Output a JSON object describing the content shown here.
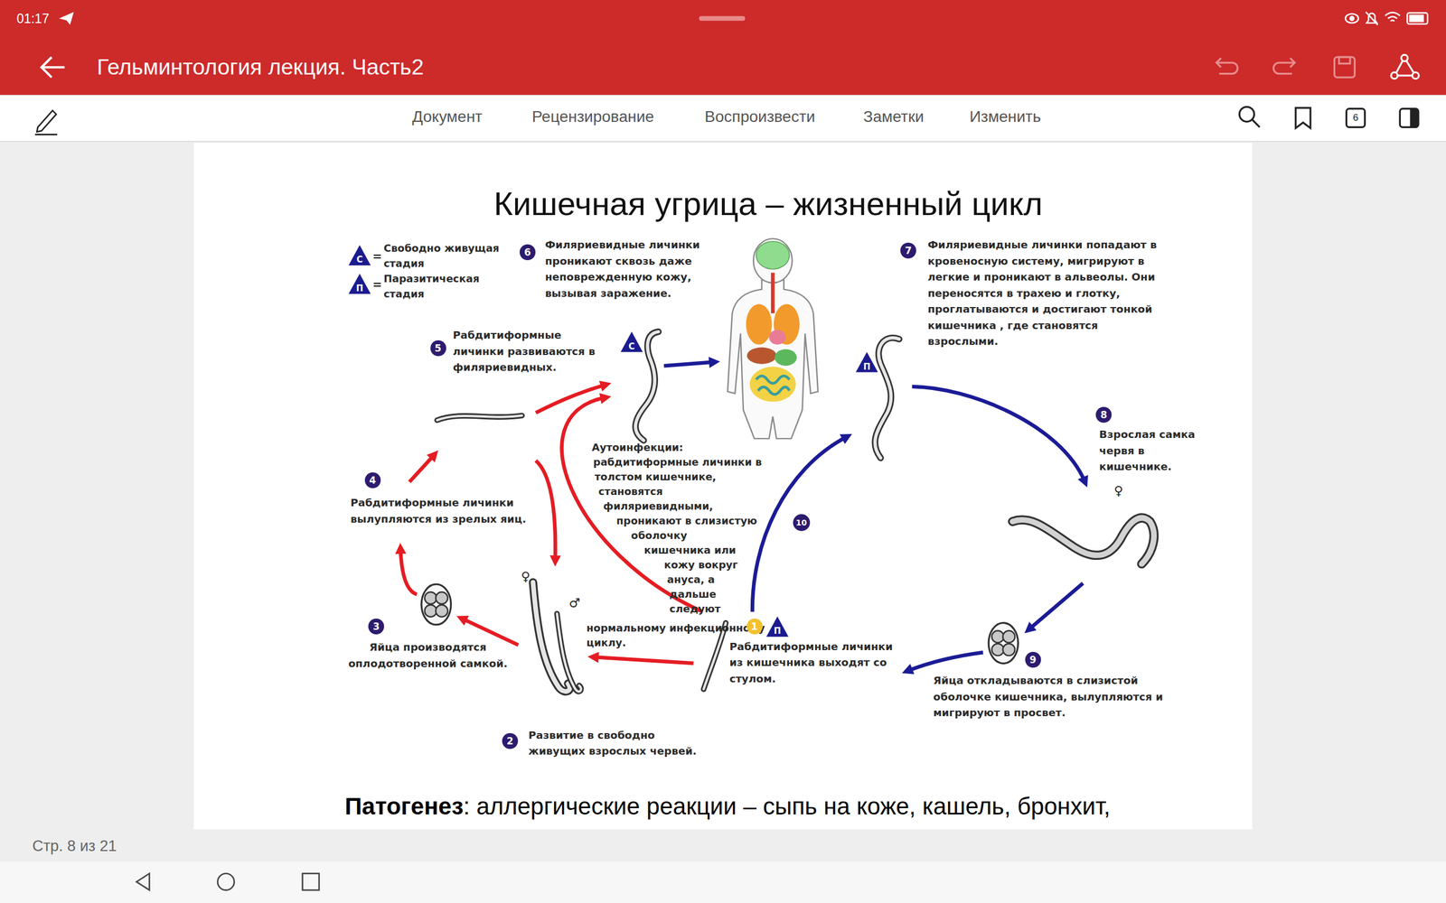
{
  "diagram": {
    "title": "Кишечная угрица – жизненный цикл",
    "nodes": [
      {
        "text": [
          "1",
          "Рабдитиформные личинки из кишечника выходят со стулом."
        ]
      },
      {
        "text": [
          "2",
          "Развитие в свободно живущих взрослых червей."
        ]
      },
      {
        "text": [
          "3",
          "Яйца производятся оплодотворенной самкой."
        ]
      },
      {
        "text": [
          "4",
          "Рабдитиформные личинки вылупляются из зрелых яиц."
        ]
      },
      {
        "text": [
          "5",
          "Рабдитиформные личинки развиваются в филяриевидных."
        ]
      },
      {
        "text": [
          "6",
          "Филяриевидные личинки проникают сквозь даже неповрежденную кожу, вызывая заражение."
        ]
      },
      {
        "text": [
          "7",
          "Филяриевидные личинки попадают в кровеносную систему, мигрируют в легкие и проникают в альвеолы. Они переносятся в трахею и глотку, проглатываются и достигают тонкой кишечника , где становятся взрослыми."
        ]
      },
      {
        "text": [
          "8",
          "Взрослая самка червя в кишечнике."
        ]
      },
      {
        "text": [
          "9",
          "Яйца откладываются в слизистой оболочке кишечника, вылупляются и мигрируют в просвет."
        ]
      }
    ],
    "edges": [
      {
        "from": 0,
        "to": 1,
        "arrow": "to"
      },
      {
        "from": 1,
        "to": 2,
        "arrow": "to"
      },
      {
        "from": 2,
        "to": 3,
        "arrow": "to"
      },
      {
        "from": 3,
        "to": 4,
        "arrow": "to"
      },
      {
        "from": 3,
        "to": 1,
        "arrow": "to"
      },
      {
        "from": 0,
        "to": 4,
        "arrow": "to"
      },
      {
        "from": 4,
        "to": 5,
        "arrow": "to"
      },
      {
        "from": 0,
        "to": 6,
        "arrow": "to"
      },
      {
        "from": 6,
        "to": 7,
        "arrow": "to"
      },
      {
        "from": 7,
        "to": 8,
        "arrow": "to"
      },
      {
        "from": 8,
        "to": 0,
        "arrow": "to"
      }
    ],
    "labels": [
      "01:17",
      "Гельминтология лекция. Часть2",
      "Документ",
      "Рецензирование",
      "Воспроизвести",
      "Заметки",
      "Изменить",
      "6",
      "С",
      "=",
      "П",
      "=",
      "С",
      "П",
      "Аутоинфекции: рабдитиформные личинки в толстом кишечнике, становятся филяриевидными, проникают в слизистую оболочку кишечника или кожу вокруг ануса, а дальше следуют нормальному инфекционному циклу.",
      "10",
      "П",
      "♀",
      "♂",
      "♀",
      "Патогенез",
      ": аллергические реакции – сыпь на коже, кашель, бронхит,",
      "Стр. 8 из 21"
    ],
    "legend": [
      {
        "text": "Свободно живущая стадия"
      },
      {
        "text": "Паразитическая стадия"
      }
    ]
  }
}
